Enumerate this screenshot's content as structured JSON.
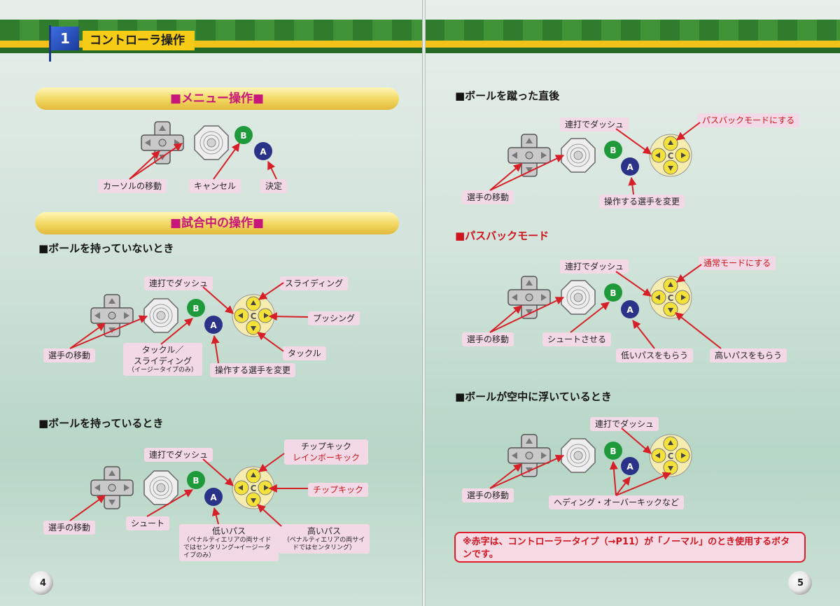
{
  "left_page": {
    "section_number": "1",
    "section_title": "コントローラ操作",
    "menu_header": "■メニュー操作■",
    "menu_labels": {
      "cursor": "カーソルの移動",
      "cancel": "キャンセル",
      "confirm": "決定"
    },
    "match_header": "■試合中の操作■",
    "no_ball": {
      "title": "■ボールを持っていないとき",
      "dash": "連打でダッシュ",
      "sliding": "スライディング",
      "pushing": "プッシング",
      "tackle": "タックル",
      "move": "選手の移動",
      "tackle_sliding_1": "タックル／",
      "tackle_sliding_2": "スライディング",
      "tackle_sliding_note": "（イージータイプのみ）",
      "change": "操作する選手を変更"
    },
    "with_ball": {
      "title": "■ボールを持っているとき",
      "dash": "連打でダッシュ",
      "chip1": "チップキック",
      "rainbow": "レインボーキック",
      "chip2": "チップキック",
      "move": "選手の移動",
      "shoot": "シュート",
      "low_pass": "低いパス",
      "low_pass_note": "（ペナルティエリアの両サイドではセンタリング→イージータイプのみ）",
      "high_pass": "高いパス",
      "high_pass_note": "（ペナルティエリアの両サイドではセンタリング）"
    },
    "page_number": "4"
  },
  "right_page": {
    "after_kick": {
      "title": "■ボールを蹴った直後",
      "dash": "連打でダッシュ",
      "passback": "パスバックモードにする",
      "move": "選手の移動",
      "change": "操作する選手を変更"
    },
    "passback_mode": {
      "title": "■パスバックモード",
      "dash": "連打でダッシュ",
      "normal": "通常モードにする",
      "move": "選手の移動",
      "shoot": "シュートさせる",
      "low_pass": "低いパスをもらう",
      "high_pass": "高いパスをもらう"
    },
    "in_air": {
      "title": "■ボールが空中に浮いているとき",
      "dash": "連打でダッシュ",
      "move": "選手の移動",
      "heading": "ヘディング・オーバーキックなど"
    },
    "note": "※赤字は、コントローラータイプ（→P11）が「ノーマル」のとき使用するボタンです。",
    "page_number": "5"
  },
  "buttons": {
    "b": "B",
    "a": "A",
    "c": "C"
  },
  "colors": {
    "green_band": "#2f7d2c",
    "yellow_band": "#f2c21a",
    "b_button": "#1f9a3a",
    "a_button": "#2b3388",
    "c_button": "#f4e23a",
    "accent_red": "#d0131f",
    "label_pink": "#f3d8e6"
  }
}
